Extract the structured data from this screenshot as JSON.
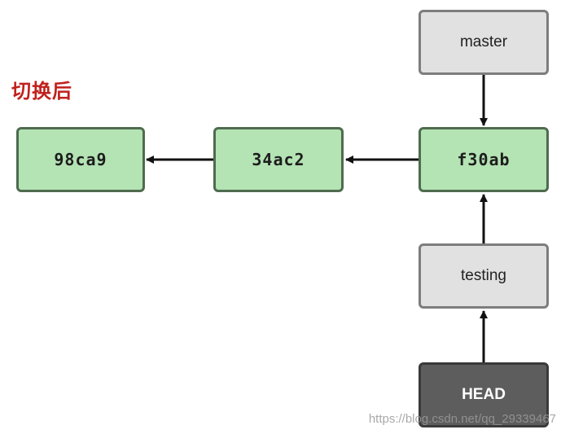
{
  "caption": "切换后",
  "commits": {
    "c1": "98ca9",
    "c2": "34ac2",
    "c3": "f30ab"
  },
  "branches": {
    "master": "master",
    "testing": "testing",
    "head": "HEAD"
  },
  "watermark": "https://blog.csdn.net/qq_29339467",
  "colors": {
    "caption": "#c0211d",
    "commit_fill": "#b4e3b4",
    "commit_border": "#4f6b4f",
    "branch_fill": "#e1e1e1",
    "branch_border": "#7d7d7d",
    "head_fill": "#5d5d5d",
    "arrow": "#111111"
  }
}
